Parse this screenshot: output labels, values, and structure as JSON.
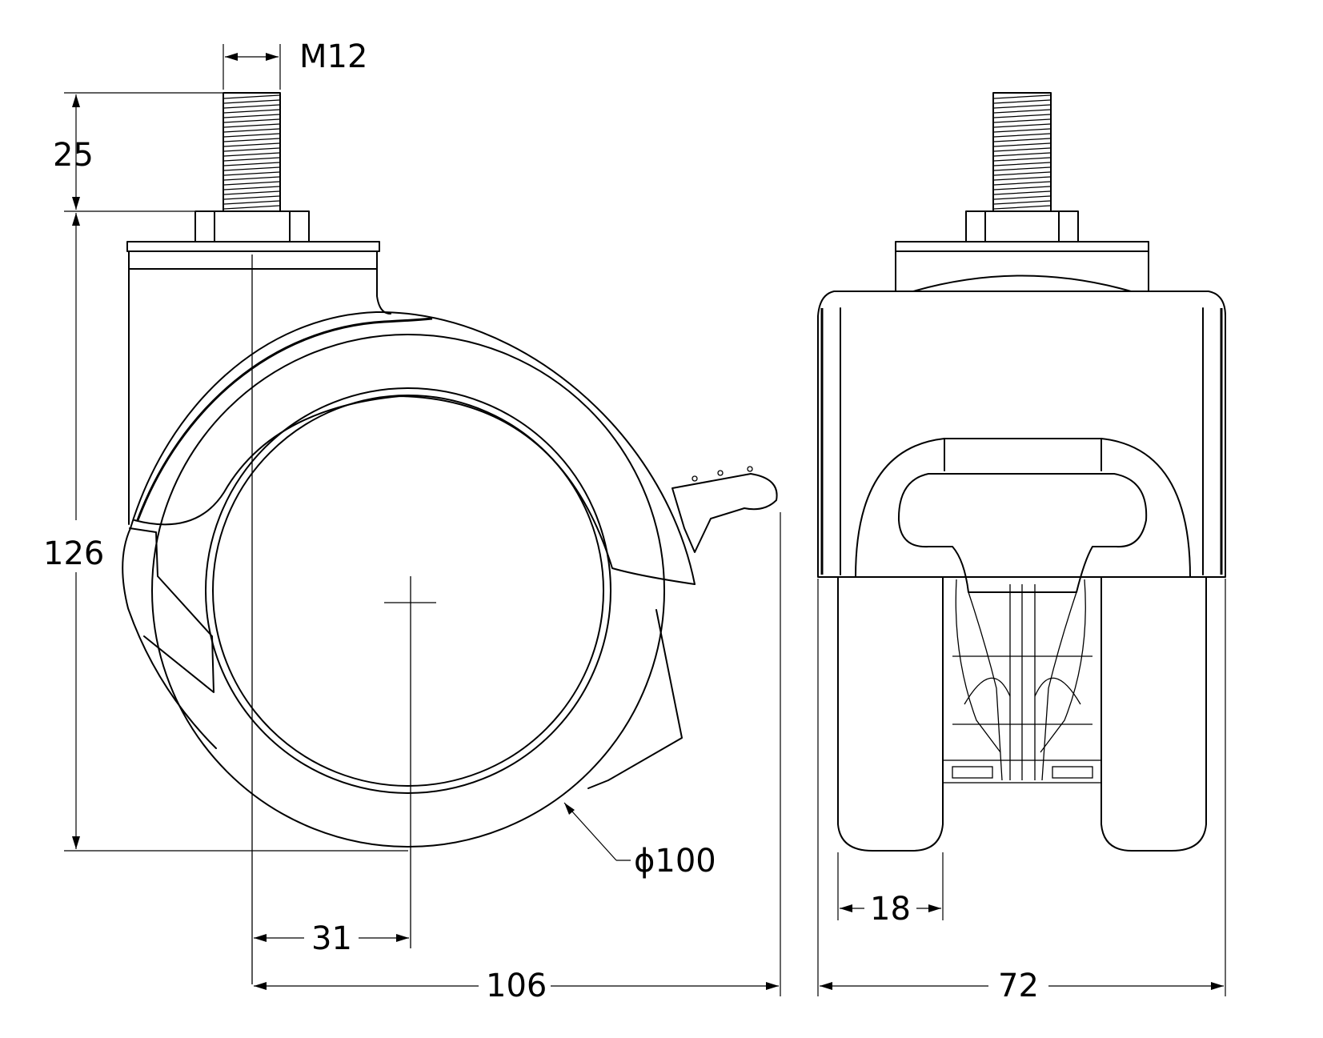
{
  "labels": {
    "thread": "M12",
    "stem_length": "25",
    "total_height": "126",
    "wheel_diameter": "ϕ100",
    "offset": "31",
    "total_length": "106",
    "wheel_width": "18",
    "total_width": "72"
  }
}
